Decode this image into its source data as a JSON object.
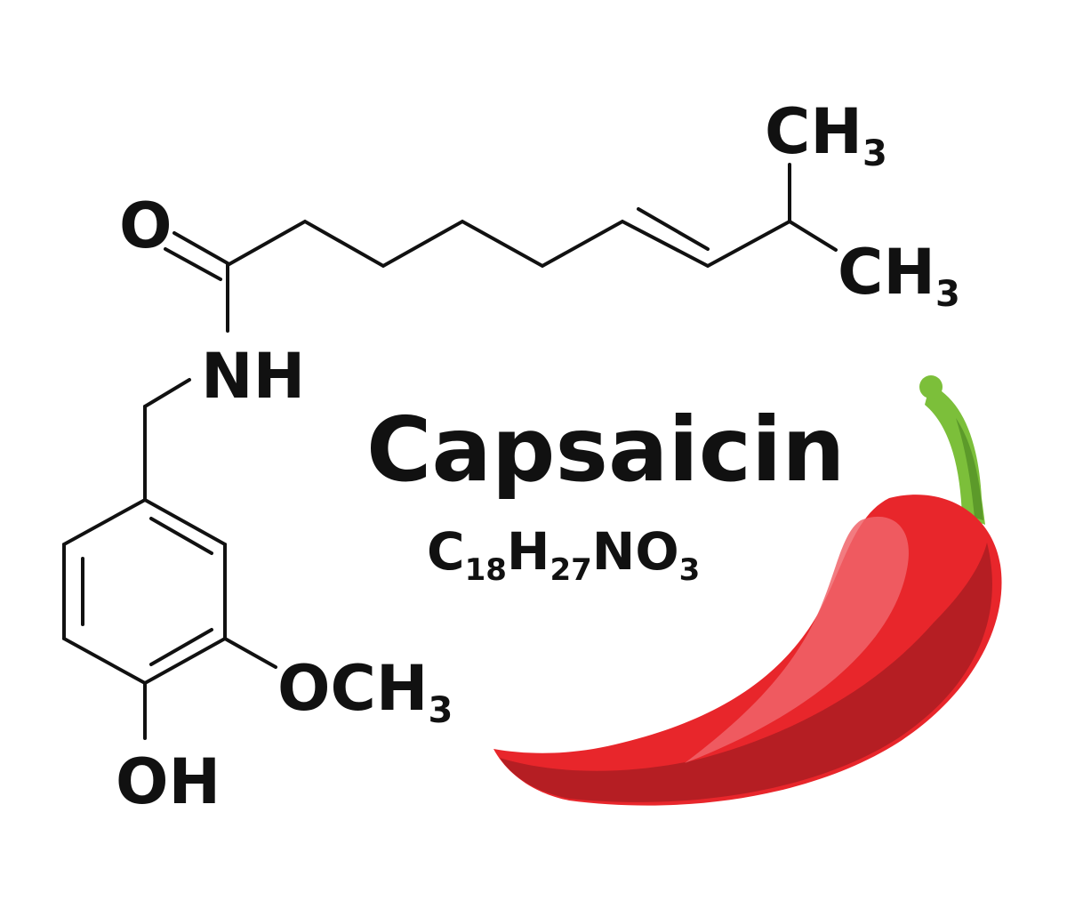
{
  "name": "Capsaicin",
  "formula": {
    "parts": [
      "C",
      "18",
      "H",
      "27",
      "NO",
      "3"
    ]
  },
  "atoms": {
    "oxygen": "O",
    "nh": "NH",
    "ch3_top_main": "CH",
    "ch3_top_sub": "3",
    "ch3_right_main": "CH",
    "ch3_right_sub": "3",
    "och3_main": "OCH",
    "och3_sub": "3",
    "oh": "OH"
  },
  "colors": {
    "ink": "#111111",
    "pepper_red": "#e8262b",
    "pepper_dark": "#b51e23",
    "pepper_highlight": "#f0646a",
    "stem_green": "#7cbf3a",
    "stem_dark": "#5c9a2a"
  },
  "icons": {
    "pepper": "red-chili-pepper-icon"
  }
}
